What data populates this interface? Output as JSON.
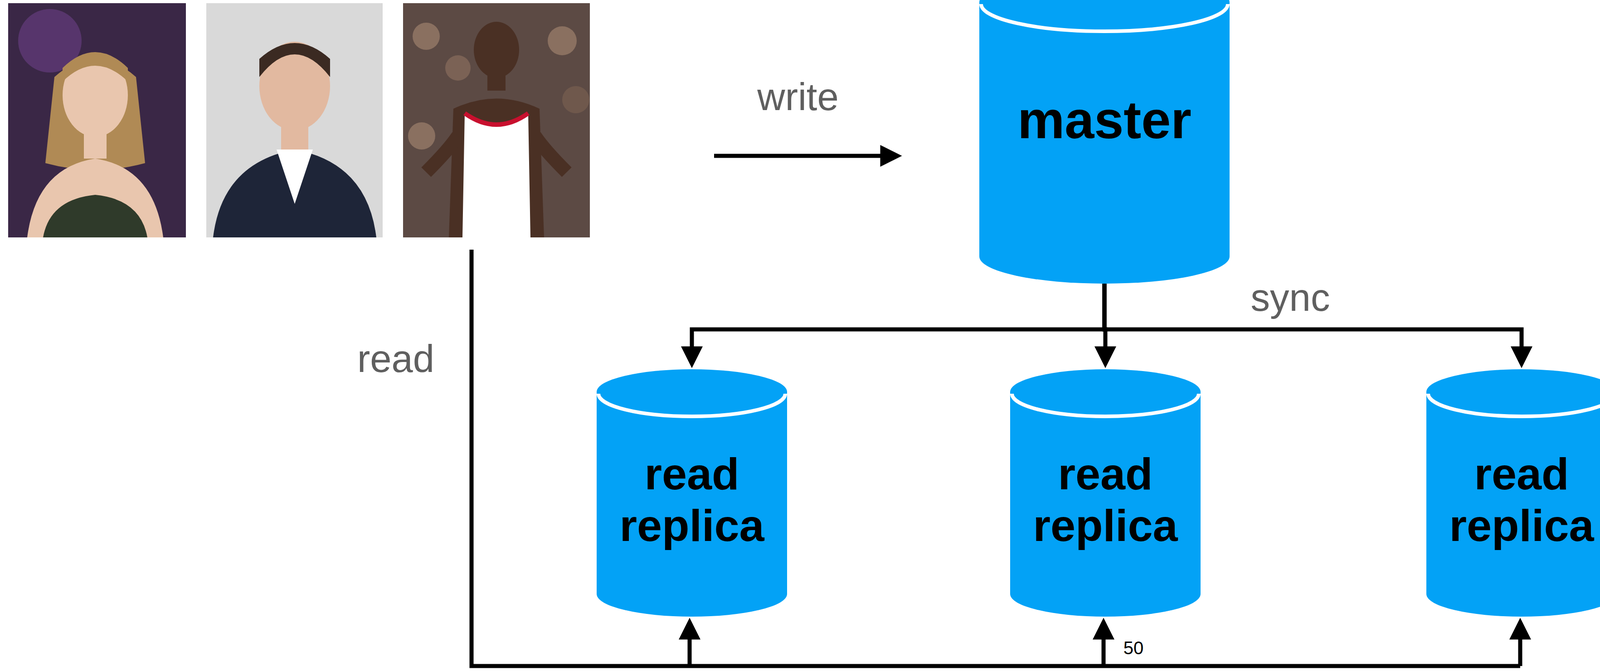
{
  "diagram": {
    "nodes": [
      {
        "text": [
          "master"
        ]
      },
      {
        "text": [
          "read replica"
        ]
      },
      {
        "text": [
          "read replica"
        ]
      },
      {
        "text": [
          "read replica"
        ]
      }
    ],
    "edges": [
      {
        "from": 0,
        "to": 1,
        "arrow": "to"
      },
      {
        "from": 0,
        "to": 2,
        "arrow": "to"
      },
      {
        "from": 0,
        "to": 3,
        "arrow": "to"
      }
    ],
    "labels": [
      "write",
      "sync",
      "read",
      "50"
    ]
  }
}
